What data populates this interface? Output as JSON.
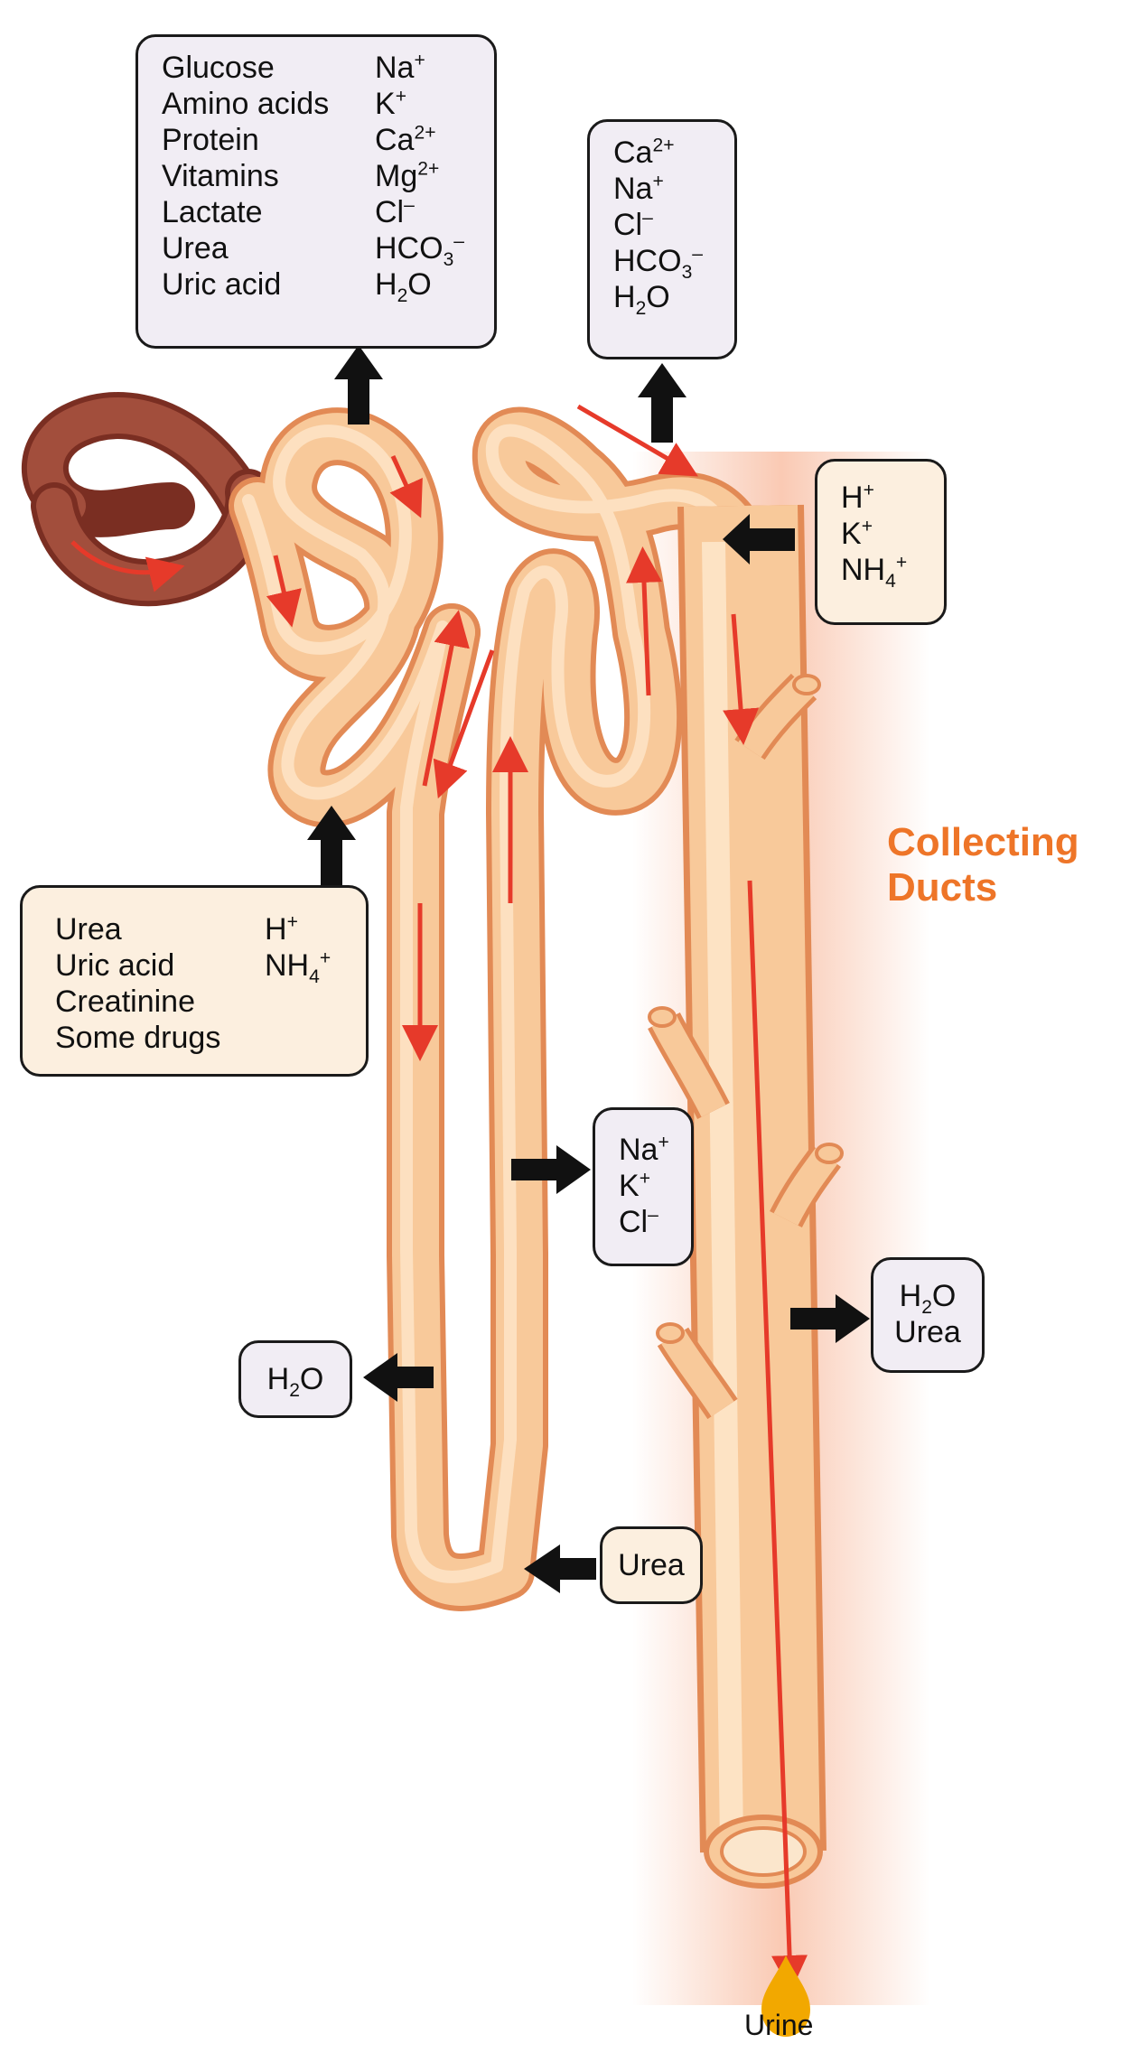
{
  "title": {
    "line1": "Collecting",
    "line2": "Ducts"
  },
  "output_label": "Urine",
  "boxes": {
    "pct_reabsorption": {
      "left": [
        "Glucose",
        "Amino acids",
        "Protein",
        "Vitamins",
        "Lactate",
        "Urea",
        "Uric acid"
      ],
      "right": [
        {
          "base": "Na",
          "sup": "+"
        },
        {
          "base": "K",
          "sup": "+"
        },
        {
          "base": "Ca",
          "sup": "2+"
        },
        {
          "base": "Mg",
          "sup": "2+"
        },
        {
          "base": "Cl",
          "sup": "–"
        },
        {
          "base": "HCO",
          "sub": "3",
          "sup": "–"
        },
        {
          "base": "H",
          "sub": "2",
          "tail": "O"
        }
      ]
    },
    "dct_reabsorption": [
      {
        "base": "Ca",
        "sup": "2+"
      },
      {
        "base": "Na",
        "sup": "+"
      },
      {
        "base": "Cl",
        "sup": "–"
      },
      {
        "base": "HCO",
        "sub": "3",
        "sup": "–"
      },
      {
        "base": "H",
        "sub": "2",
        "tail": "O"
      }
    ],
    "dct_secretion": [
      {
        "base": "H",
        "sup": "+"
      },
      {
        "base": "K",
        "sup": "+"
      },
      {
        "base": "NH",
        "sub": "4",
        "sup": "+"
      }
    ],
    "pct_secretion": {
      "left": [
        "Urea",
        "Uric acid",
        "Creatinine",
        "Some drugs"
      ],
      "right": [
        {
          "base": "H",
          "sup": "+"
        },
        {
          "base": "NH",
          "sub": "4",
          "sup": "+"
        }
      ]
    },
    "thick_ascending": [
      {
        "base": "Na",
        "sup": "+"
      },
      {
        "base": "K",
        "sup": "+"
      },
      {
        "base": "Cl",
        "sup": "–"
      }
    ],
    "descending_water": [
      {
        "base": "H",
        "sub": "2",
        "tail": "O"
      }
    ],
    "collecting_duct": [
      {
        "base": "H",
        "sub": "2",
        "tail": "O"
      },
      {
        "base": "Urea"
      }
    ],
    "urea_recycle": [
      {
        "base": "Urea"
      }
    ]
  },
  "colors": {
    "tubule": "#f8c99a",
    "tubule_edge": "#e28a55",
    "tubule_highlight": "#fde3c4",
    "capsule": "#a24e3c",
    "flow_arrow": "#e63a2a",
    "transport_arrow": "#111111",
    "glow": "#f59e76",
    "title": "#ee7528",
    "urine_drop": "#f2a800"
  },
  "icons": {
    "transport": "thick-black-arrow",
    "flow": "red-flow-arrow",
    "output": "urine-drop-icon"
  }
}
